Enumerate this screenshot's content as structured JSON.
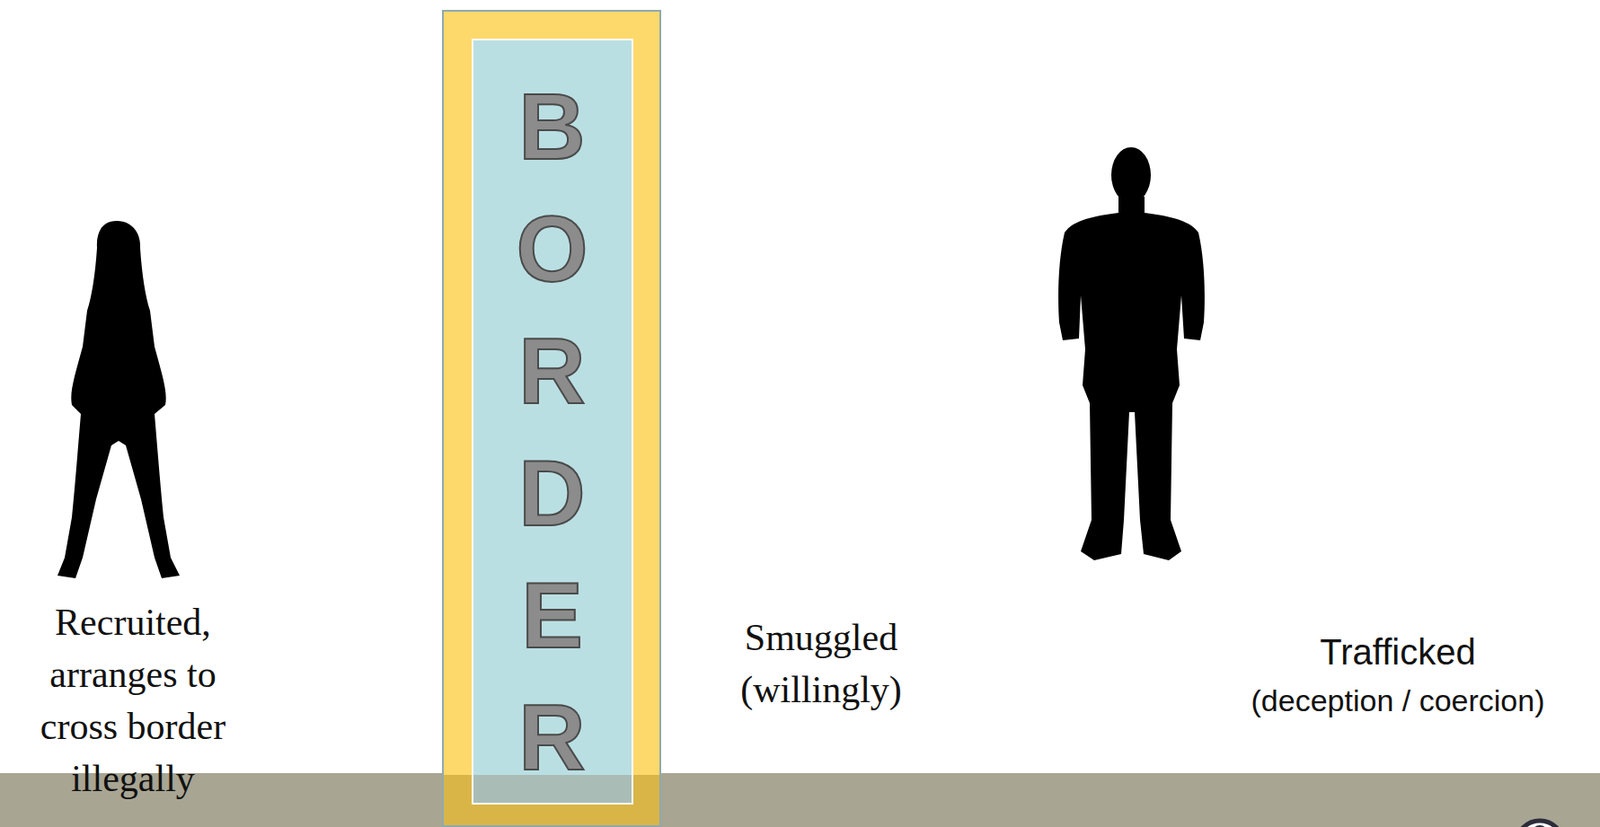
{
  "diagram": {
    "nodes": [
      {
        "text": [
          "BORDER"
        ]
      }
    ],
    "labels": [
      "Recruited, arranges to cross border illegally",
      "Smuggled (willingly)",
      "Trafficked",
      "(deception / coercion)"
    ]
  }
}
